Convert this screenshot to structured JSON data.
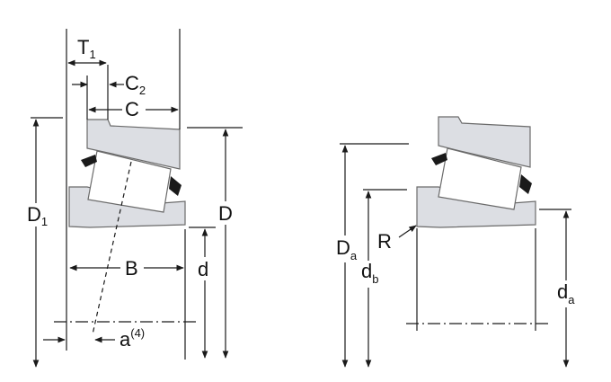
{
  "diagram": {
    "left_view": {
      "labels": {
        "T": "T",
        "T_sub": "1",
        "C2": "C",
        "C2_sub": "2",
        "C": "C",
        "D1": "D",
        "D1_sub": "1",
        "D": "D",
        "B": "B",
        "d": "d",
        "a": "a",
        "a_sup": "(4)"
      }
    },
    "right_view": {
      "labels": {
        "Da": "D",
        "Da_sub": "a",
        "R": "R",
        "db": "d",
        "db_sub": "b",
        "da": "d",
        "da_sub": "a"
      }
    },
    "colors": {
      "cup": "#dcdee3",
      "cone": "#dcdee3",
      "roller": "#ffffff",
      "cage": "#1a1a1a",
      "line": "#1a1a1a"
    }
  }
}
